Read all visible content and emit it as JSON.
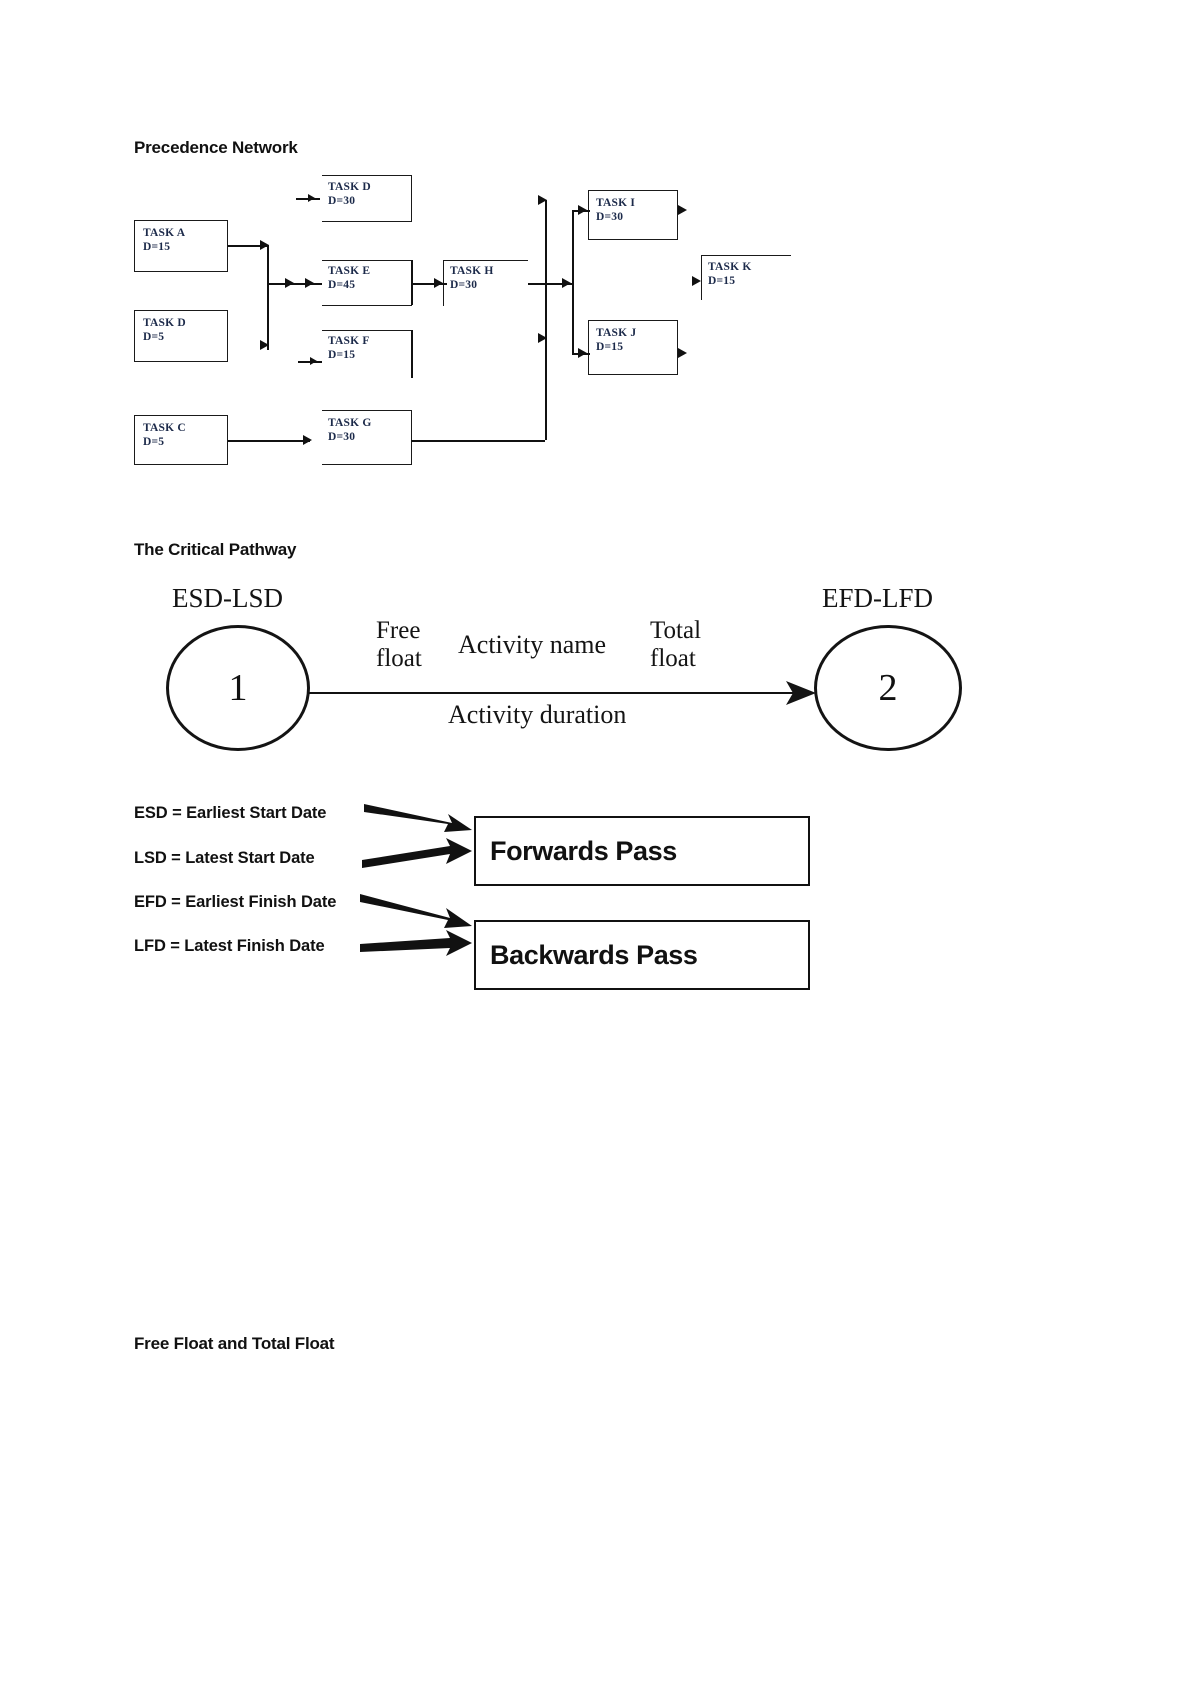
{
  "document": {
    "headings": {
      "precedence_network": "Precedence Network",
      "critical_pathway": "The Critical Pathway",
      "free_float": "Free Float and Total Float"
    }
  },
  "precedence_network": {
    "tasks": [
      {
        "id": "A",
        "name": "TASK A",
        "duration_label": "D=15",
        "duration": 15
      },
      {
        "id": "D",
        "name": "TASK D",
        "duration_label": "D=5",
        "duration": 5
      },
      {
        "id": "C",
        "name": "TASK C",
        "duration_label": "D=5",
        "duration": 5
      },
      {
        "id": "D2",
        "name": "TASK D",
        "duration_label": "D=30",
        "duration": 30
      },
      {
        "id": "E",
        "name": "TASK E",
        "duration_label": "D=45",
        "duration": 45
      },
      {
        "id": "F",
        "name": "TASK F",
        "duration_label": "D=15",
        "duration": 15
      },
      {
        "id": "G",
        "name": "TASK G",
        "duration_label": "D=30",
        "duration": 30
      },
      {
        "id": "H",
        "name": "TASK H",
        "duration_label": "D=30",
        "duration": 30
      },
      {
        "id": "I",
        "name": "TASK I",
        "duration_label": "D=30",
        "duration": 30
      },
      {
        "id": "J",
        "name": "TASK J",
        "duration_label": "D=15",
        "duration": 15
      },
      {
        "id": "K",
        "name": "TASK K",
        "duration_label": "D=15",
        "duration": 15
      }
    ]
  },
  "critical_pathway": {
    "start_node_label": "1",
    "end_node_label": "2",
    "start_dates_label": "ESD-LSD",
    "end_dates_label": "EFD-LFD",
    "free_float_label": "Free\nfloat",
    "free_float_line1": "Free",
    "free_float_line2": "float",
    "activity_name_label": "Activity name",
    "total_float_line1": "Total",
    "total_float_line2": "float",
    "activity_duration_label": "Activity duration"
  },
  "definitions": {
    "items": [
      {
        "abbr": "ESD",
        "text": "ESD = Earliest Start Date"
      },
      {
        "abbr": "LSD",
        "text": "LSD = Latest Start Date"
      },
      {
        "abbr": "EFD",
        "text": "EFD = Earliest Finish Date"
      },
      {
        "abbr": "LFD",
        "text": "LFD = Latest Finish Date"
      }
    ],
    "forwards_pass": "Forwards Pass",
    "backwards_pass": "Backwards Pass"
  }
}
